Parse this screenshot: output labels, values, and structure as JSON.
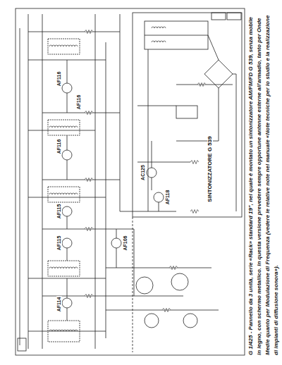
{
  "diagram": {
    "caption": "G 1/425 - Pannello da 3 unità, serie «Rack» standard 19\", nel quale è montato un sintonizzatore AM/FM/FD G 539, senza mobile in legno, con schermo metallico. In questa versione prevedere sempre opportune antenne esterne all'armadio, tanto per Onde Medie quanto per Modulazione di Frequenza (vedere le relative note nel manuale «Note tecniche per lo studio e la realizzazione di impianti di diffusione sonora»).",
    "labels": [
      "AF116",
      "AF116",
      "AF116",
      "AF115",
      "AF115",
      "AF114",
      "AF106",
      "AC125",
      "AF118",
      "SINTONIZZATORE G 539"
    ]
  }
}
